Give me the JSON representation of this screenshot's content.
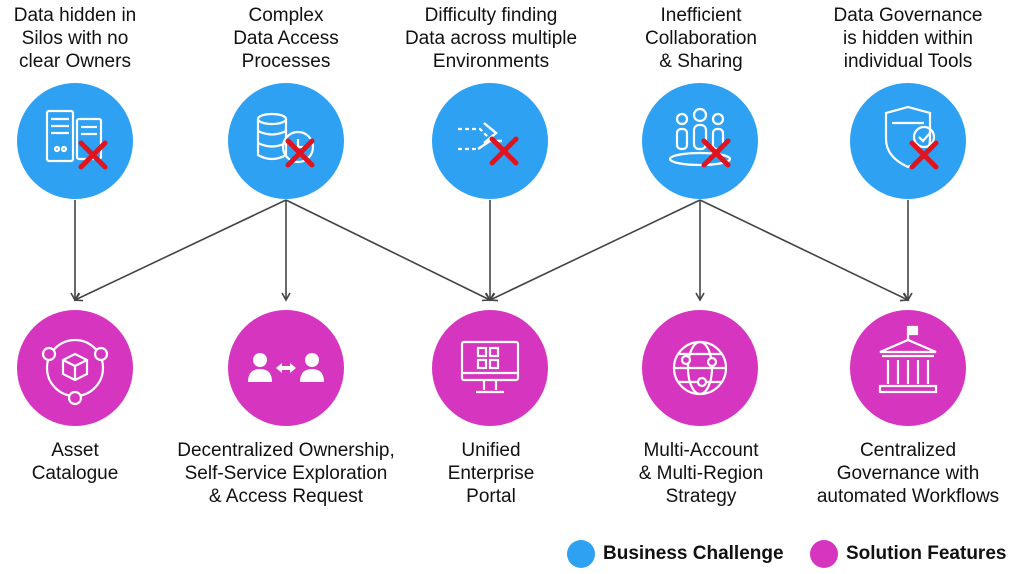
{
  "challenges": [
    {
      "id": "silos",
      "lines": [
        "Data hidden in",
        "Silos with no",
        "clear Owners"
      ],
      "icon": "server-racks-icon"
    },
    {
      "id": "access",
      "lines": [
        "Complex",
        "Data Access",
        "Processes"
      ],
      "icon": "database-clock-icon"
    },
    {
      "id": "finding",
      "lines": [
        "Difficulty finding",
        "Data across multiple",
        "Environments"
      ],
      "icon": "data-flow-arrows-icon"
    },
    {
      "id": "collaboration",
      "lines": [
        "Inefficient",
        "Collaboration",
        "& Sharing"
      ],
      "icon": "people-group-icon"
    },
    {
      "id": "governance",
      "lines": [
        "Data Governance",
        "is hidden within",
        "individual Tools"
      ],
      "icon": "shield-check-icon"
    }
  ],
  "features": [
    {
      "id": "catalogue",
      "lines": [
        "Asset",
        "Catalogue"
      ],
      "icon": "cube-network-icon"
    },
    {
      "id": "ownership",
      "lines": [
        "Decentralized Ownership,",
        "Self-Service Exploration",
        "& Access Request"
      ],
      "icon": "users-exchange-icon"
    },
    {
      "id": "portal",
      "lines": [
        "Unified",
        "Enterprise",
        "Portal"
      ],
      "icon": "monitor-grid-icon"
    },
    {
      "id": "multiaccount",
      "lines": [
        "Multi-Account",
        "& Multi-Region",
        "Strategy"
      ],
      "icon": "globe-network-icon"
    },
    {
      "id": "centralized",
      "lines": [
        "Centralized",
        "Governance with",
        "automated Workflows"
      ],
      "icon": "institution-flag-icon"
    }
  ],
  "connections": [
    [
      "silos",
      "catalogue"
    ],
    [
      "access",
      "catalogue"
    ],
    [
      "access",
      "ownership"
    ],
    [
      "access",
      "portal"
    ],
    [
      "finding",
      "portal"
    ],
    [
      "collaboration",
      "portal"
    ],
    [
      "collaboration",
      "multiaccount"
    ],
    [
      "collaboration",
      "centralized"
    ],
    [
      "governance",
      "centralized"
    ]
  ],
  "legend": {
    "challenge_label": "Business Challenge",
    "feature_label": "Solution Features",
    "challenge_color": "#2ea1f3",
    "feature_color": "#d635bf"
  },
  "colors": {
    "challenge": "#2ea1f3",
    "feature": "#d635bf",
    "cross_mark": "#e0141f",
    "arrow": "#444444"
  }
}
